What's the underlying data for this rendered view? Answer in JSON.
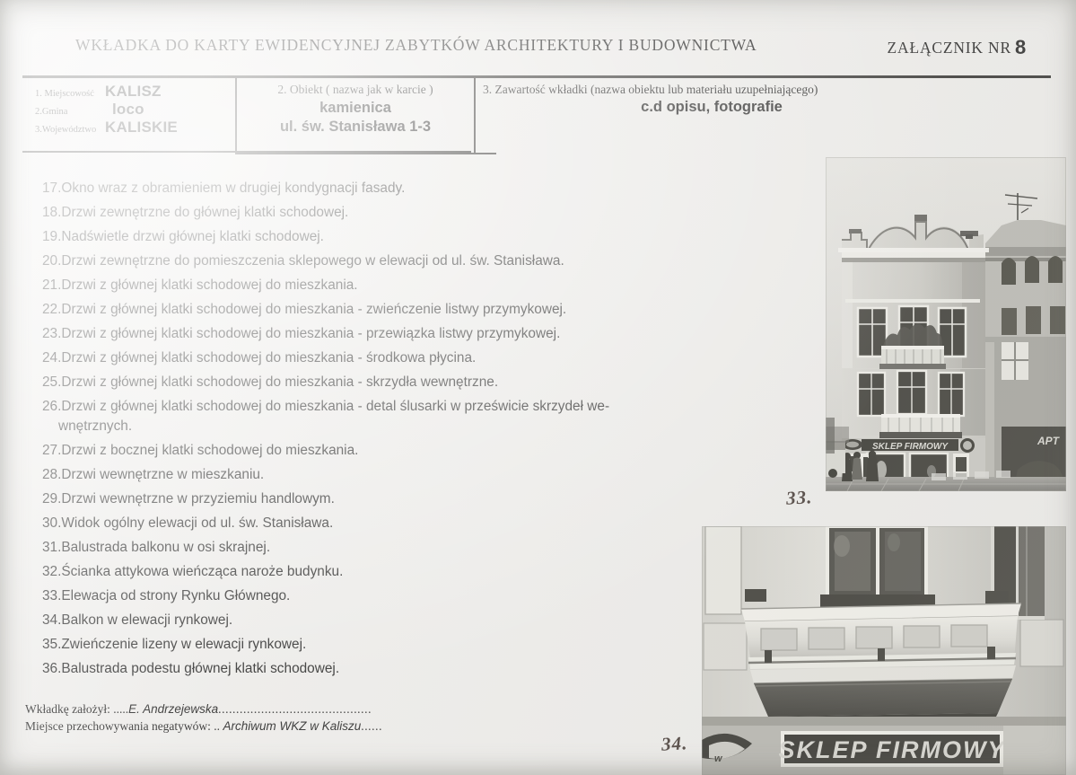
{
  "header": {
    "title": "WKŁADKA DO KARTY EWIDENCYJNEJ ZABYTKÓW ARCHITEKTURY I BUDOWNICTWA",
    "annex_label": "ZAŁĄCZNIK  NR",
    "annex_number": "8"
  },
  "table": {
    "location": {
      "rows": [
        {
          "label": "1. Miejscowość",
          "value": "KALISZ"
        },
        {
          "label": "2.Gmina",
          "value": "loco"
        },
        {
          "label": "3.Województwo",
          "value": "KALISKIE"
        }
      ]
    },
    "object": {
      "heading": "2. Obiekt  ( nazwa jak w karcie )",
      "line1": "kamienica",
      "line2": "ul. św. Stanisława 1-3"
    },
    "contents": {
      "heading": "3. Zawartość wkładki (nazwa obiektu lub materiału uzupełniającego)",
      "value": "c.d opisu, fotografie"
    }
  },
  "items": [
    {
      "num": "17.",
      "text": "Okno wraz z obramieniem w drugiej kondygnacji fasady."
    },
    {
      "num": "18.",
      "text": "Drzwi zewnętrzne do głównej klatki schodowej."
    },
    {
      "num": "19.",
      "text": "Nadświetle drzwi głównej klatki schodowej."
    },
    {
      "num": "20.",
      "text": "Drzwi zewnętrzne do pomieszczenia sklepowego w elewacji od ul. św. Stanisława."
    },
    {
      "num": "21.",
      "text": "Drzwi z głównej klatki schodowej do mieszkania."
    },
    {
      "num": "22.",
      "text": "Drzwi z głównej klatki schodowej do mieszkania - zwieńczenie listwy przymykowej."
    },
    {
      "num": "23.",
      "text": "Drzwi z głównej klatki schodowej do mieszkania - przewiązka listwy przymykowej."
    },
    {
      "num": "24.",
      "text": "Drzwi z głównej klatki schodowej do mieszkania - środkowa płycina."
    },
    {
      "num": "25.",
      "text": "Drzwi z głównej klatki schodowej do mieszkania - skrzydła wewnętrzne."
    },
    {
      "num": "26.",
      "text": "Drzwi z głównej klatki schodowej do mieszkania - detal ślusarki w prześwicie skrzydeł we-",
      "continuation": "wnętrznych.",
      "justified": true
    },
    {
      "num": "27.",
      "text": "Drzwi z bocznej klatki schodowej do mieszkania."
    },
    {
      "num": "28.",
      "text": "Drzwi wewnętrzne w mieszkaniu."
    },
    {
      "num": "29.",
      "text": "Drzwi wewnętrzne w przyziemiu handlowym."
    },
    {
      "num": "30.",
      "text": "Widok ogólny elewacji od ul. św. Stanisława."
    },
    {
      "num": "31.",
      "text": "Balustrada balkonu w osi skrajnej."
    },
    {
      "num": "32.",
      "text": "Ścianka attykowa wieńcząca naroże budynku."
    },
    {
      "num": "33.",
      "text": "Elewacja od strony Rynku Głównego."
    },
    {
      "num": "34.",
      "text": "Balkon w elewacji rynkowej."
    },
    {
      "num": "35.",
      "text": "Zwieńczenie lizeny w elewacji rynkowej."
    },
    {
      "num": "36.",
      "text": "Balustrada podestu głównej klatki schodowej."
    }
  ],
  "footer": {
    "line1_label": "Wkładkę założył: .....",
    "line1_value": "E. Andrzejewska",
    "line1_dots": "...........................................",
    "line2_label": "Miejsce przechowywania negatywów: .. ",
    "line2_value": "Archiwum WKZ w Kaliszu",
    "line2_dots": "......"
  },
  "photos": [
    {
      "id": "photo-top",
      "caption_number": "33.",
      "subject": "Elewacja od strony Rynku Głównego",
      "sign_text": "SKLEP FIRMOWY",
      "neighbour_sign_text": "APT"
    },
    {
      "id": "photo-bottom",
      "caption_number": "34.",
      "subject": "Balkon w elewacji rynkowej",
      "sign_text": "SKLEP FIRMOWY"
    }
  ],
  "colors": {
    "paper": "#efeeec",
    "ink": "#232323",
    "rule": "#2b2a28",
    "handwriting": "#3a2f2a"
  }
}
